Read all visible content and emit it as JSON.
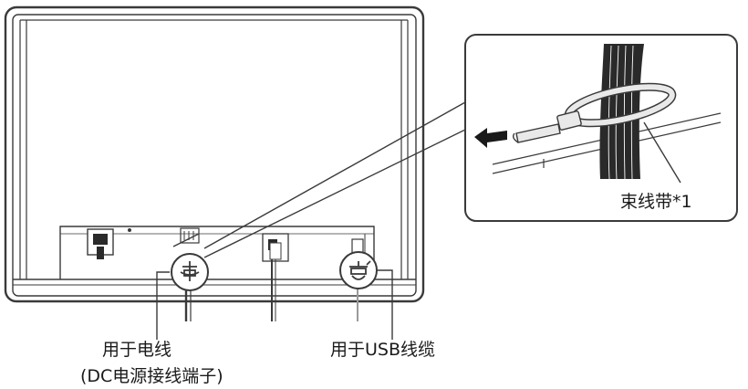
{
  "labels": {
    "power_cable": "用于电线",
    "power_cable_sub": "(DC电源接线端子)",
    "usb_cable": "用于USB线缆",
    "cable_tie": "束线带*1"
  },
  "colors": {
    "line": "#3a3a3a",
    "light_line": "#9a9a9a",
    "tie_fill": "#e9e9e9",
    "cable": "#2a2a2a",
    "panel": "#ffffff"
  },
  "icons": {
    "cable_clip_power": "cable-clip-icon",
    "cable_clip_usb": "cable-clip-icon",
    "pull_arrow": "arrow-left-icon"
  }
}
